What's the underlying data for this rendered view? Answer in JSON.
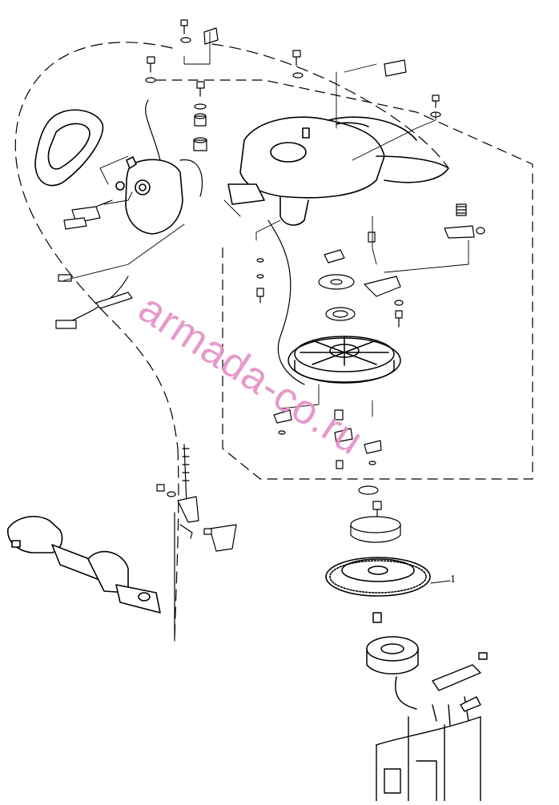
{
  "diagram": {
    "callouts": [
      {
        "number": "1",
        "target": "flywheel"
      }
    ],
    "watermark": "armada-co.ru",
    "line_color": "#000000",
    "watermark_color": "#e58fc6"
  }
}
